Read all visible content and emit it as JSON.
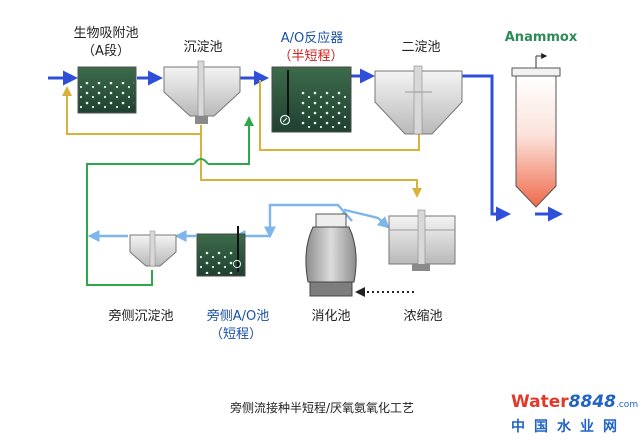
{
  "labels": {
    "bio_adsorption": "生物吸附池",
    "a_stage": "（A段）",
    "primary_clarifier": "沉淀池",
    "ao_reactor": "A/O反应器",
    "semi_nitritation": "（半短程）",
    "secondary_clarifier": "二淀池",
    "anammox": "Anammox",
    "side_clarifier": "旁侧沉淀池",
    "side_ao": "旁侧A/O池",
    "short_process": "（短程）",
    "digester": "消化池",
    "thickener": "浓缩池"
  },
  "caption": "旁侧流接种半短程/厌氧氨氧化工艺",
  "watermark": {
    "brand_a": "Water",
    "brand_b": "8848",
    "brand_c": ".com",
    "cn": "中国水业网"
  },
  "colors": {
    "flow_blue": "#2f4fd8",
    "sludge_yellow": "#d9b23a",
    "return_green": "#2ea84a",
    "side_blue": "#7fb6ea",
    "accent_red": "#d0201b",
    "label_blue": "#1a4fa8",
    "anammox_green": "#2e8b57"
  }
}
